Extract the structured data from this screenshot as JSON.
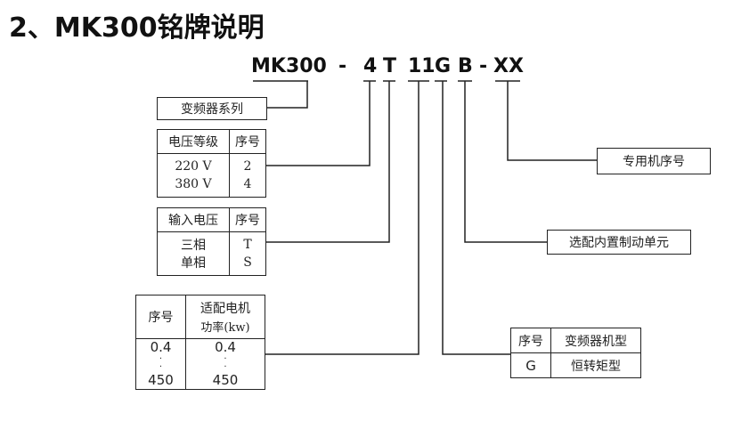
{
  "title": "2、MK300铭牌说明",
  "code": {
    "series": "MK300",
    "dash1": "-",
    "voltage": "4",
    "input": "T",
    "power": "11",
    "type": "G",
    "brake": "B",
    "dash2": "-",
    "special": "XX"
  },
  "series_box": "变频器系列",
  "voltage_table": {
    "headers": [
      "电压等级",
      "序号"
    ],
    "rows": [
      [
        "220 V",
        "2"
      ],
      [
        "380 V",
        "4"
      ]
    ]
  },
  "input_table": {
    "headers": [
      "输入电压",
      "序号"
    ],
    "rows": [
      [
        "三相",
        "T"
      ],
      [
        "单相",
        "S"
      ]
    ]
  },
  "power_table": {
    "headers": [
      "序号",
      "适配电机",
      "功率(kw)"
    ],
    "first": "0.4",
    "dot": "·",
    "last": "450"
  },
  "type_table": {
    "headers": [
      "序号",
      "变频器机型"
    ],
    "rows": [
      [
        "G",
        "恒转矩型"
      ]
    ]
  },
  "brake_box": "选配内置制动单元",
  "special_box": "专用机序号"
}
